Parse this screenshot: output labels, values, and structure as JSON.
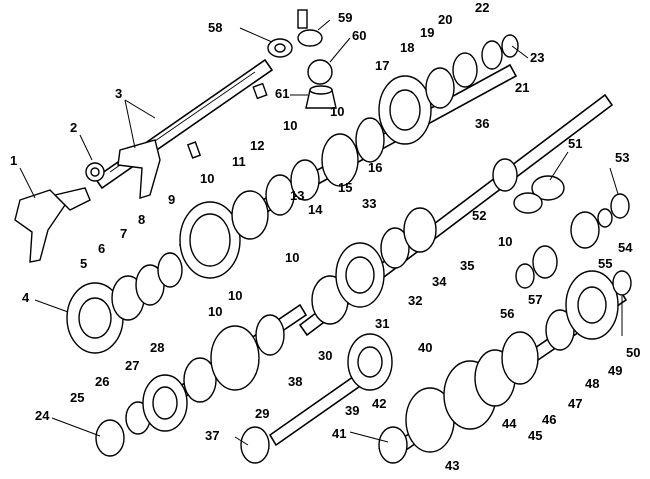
{
  "diagram": {
    "part_numbers": [
      "1",
      "2",
      "3",
      "4",
      "5",
      "6",
      "7",
      "8",
      "9",
      "10",
      "10",
      "10",
      "10",
      "10",
      "10",
      "10",
      "11",
      "12",
      "13",
      "14",
      "15",
      "16",
      "17",
      "18",
      "19",
      "20",
      "21",
      "22",
      "23",
      "24",
      "25",
      "26",
      "27",
      "28",
      "29",
      "30",
      "31",
      "32",
      "33",
      "34",
      "35",
      "36",
      "37",
      "38",
      "39",
      "40",
      "41",
      "42",
      "43",
      "44",
      "45",
      "46",
      "47",
      "48",
      "49",
      "50",
      "51",
      "52",
      "53",
      "54",
      "55",
      "56",
      "57",
      "58",
      "59",
      "60",
      "61"
    ]
  }
}
